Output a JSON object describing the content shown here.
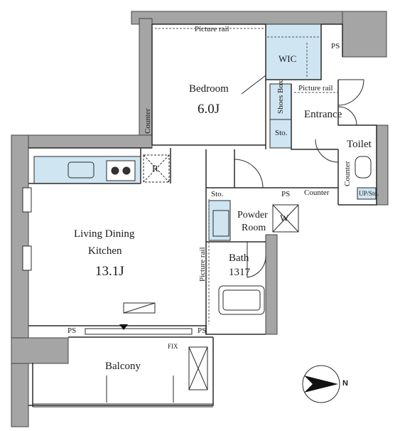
{
  "rooms": {
    "bedroom": {
      "name": "Bedroom",
      "size": "6.0J"
    },
    "ldk": {
      "name_line1": "Living Dining",
      "name_line2": "Kitchen",
      "size": "13.1J"
    },
    "wic": "WIC",
    "entrance": "Entrance",
    "toilet": "Toilet",
    "powder": {
      "line1": "Powder",
      "line2": "Room"
    },
    "bath": {
      "name": "Bath",
      "size": "1317"
    },
    "balcony": "Balcony"
  },
  "labels": {
    "picture_rail_top": "Picture rail",
    "picture_rail_entrance": "Picture rail",
    "picture_rail_vertical": "Picture rail",
    "counter_bedroom": "Counter",
    "counter_toilet": "Counter",
    "counter_powder": "Counter",
    "shoes_box": "Shoes Box",
    "sto_entrance": "Sto.",
    "sto_powder": "Sto.",
    "ps_top_right": "PS",
    "ps_powder": "PS",
    "ps_left_bottom": "PS",
    "ps_right_bottom": "PS",
    "fridge": "R",
    "washer": "W",
    "up_sto": "UP/Sto.",
    "fix": "FIX",
    "compass_north": "N"
  },
  "colors": {
    "wall": "#a5a5a5",
    "line": "#2a2a2a",
    "storage": "#cfe5f2",
    "text": "#1a1a1a"
  }
}
